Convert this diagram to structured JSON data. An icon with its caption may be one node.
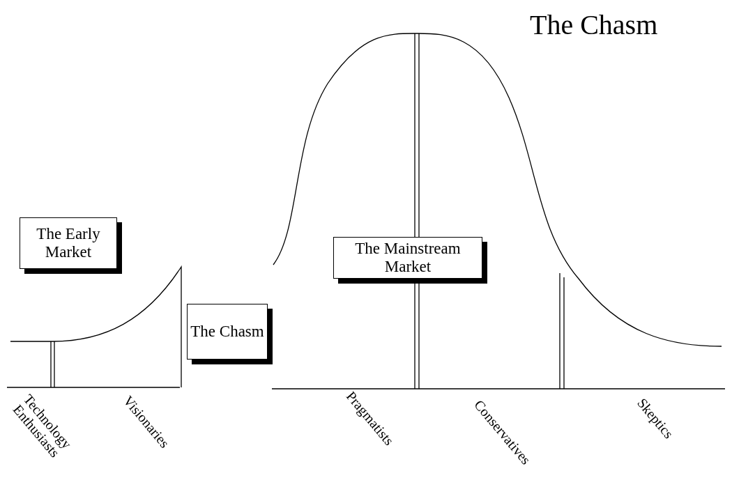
{
  "diagram": {
    "title": "The Chasm",
    "nodes": [
      {
        "text": [
          "The Early Market"
        ]
      },
      {
        "text": [
          "The Chasm"
        ]
      },
      {
        "text": [
          "The Mainstream Market"
        ]
      }
    ],
    "labels": [
      "Technology Enthusiasts",
      "Visionaries",
      "Pragmatists",
      "Conservatives",
      "Skeptics"
    ]
  }
}
